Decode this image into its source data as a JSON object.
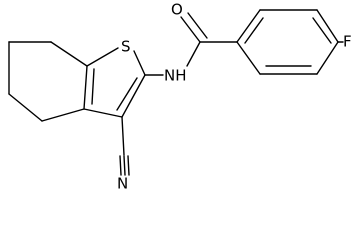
{
  "molecule": {
    "atoms": {
      "sulfur": "S",
      "oxygen": "O",
      "amide_nitrogen": "NH",
      "fluorine": "F",
      "nitrile_nitrogen": "N"
    },
    "colors": {
      "bond": "#000000",
      "label": "#000000",
      "background": "#ffffff"
    }
  }
}
